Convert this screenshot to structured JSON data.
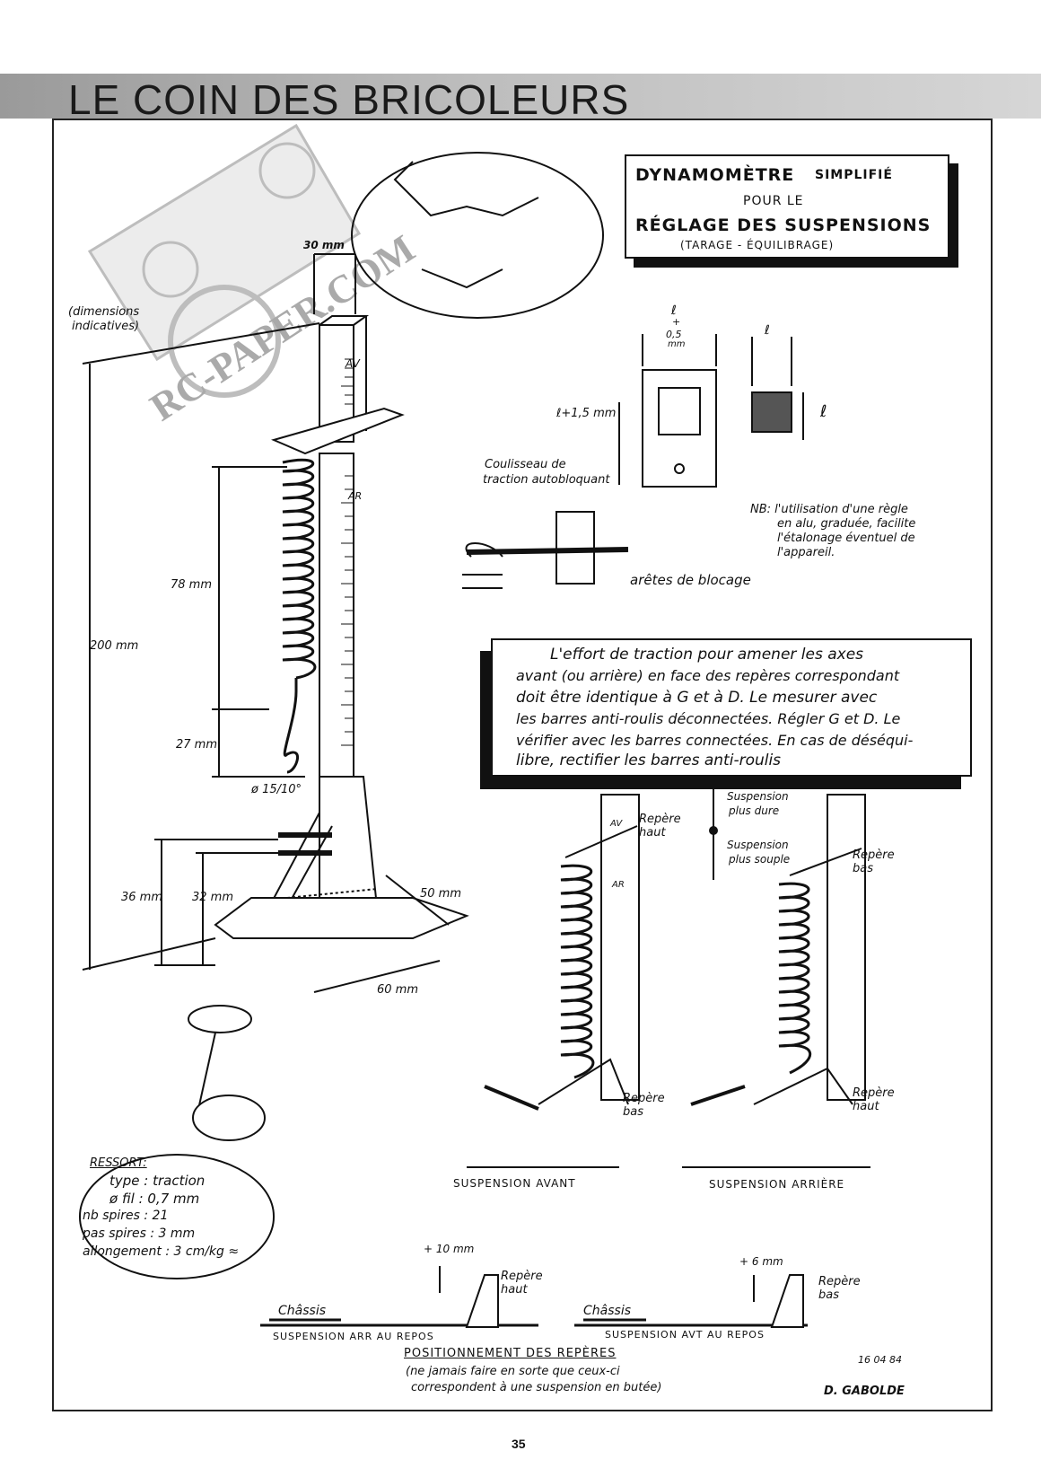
{
  "header": {
    "title": "LE COIN DES BRICOLEURS"
  },
  "watermark": {
    "text": "RC-PAPER.COM"
  },
  "title_box": {
    "line1a": "DYNAMOMÈTRE",
    "line1b": "SIMPLIFIÉ",
    "line2": "POUR LE",
    "line3": "RÉGLAGE DES SUSPENSIONS",
    "line4": "(TARAGE - ÉQUILIBRAGE)"
  },
  "dims": {
    "note1": "(dimensions",
    "note2": "indicatives)",
    "w30": "30 mm",
    "h200": "200 mm",
    "h78": "78 mm",
    "h27": "27 mm",
    "diam": "ø 15/10°",
    "h36": "36 mm",
    "h32": "32 mm",
    "w50": "50 mm",
    "w60": "60 mm",
    "av": "AV",
    "ar": "AR"
  },
  "slider": {
    "l_top": "ℓ",
    "plus": "+",
    "half": "0,5",
    "mm": "mm",
    "l15": "ℓ+1,5 mm",
    "l_side": "ℓ",
    "l_right": "ℓ",
    "label1": "Coulisseau de",
    "label2": "traction autobloquant",
    "aretes": "arêtes de blocage"
  },
  "nb": {
    "line1": "NB: l'utilisation d'une règle",
    "line2": "en alu, graduée, facilite",
    "line3": "l'étalonage éventuel de",
    "line4": "l'appareil."
  },
  "note": {
    "line1": "L'effort de traction   pour amener  les axes",
    "line2": "avant (ou arrière) en face  des repères correspondant",
    "line3": "doit être identique  à G et à D.  Le mesurer avec",
    "line4": "les barres anti-roulis déconnectées. Régler G et D. Le",
    "line5": "vérifier avec les barres connectées.  En cas de déséqui-",
    "line6": "libre, rectifier les barres anti-roulis"
  },
  "suspension": {
    "dure1": "Suspension",
    "dure2": "plus dure",
    "souple1": "Suspension",
    "souple2": "plus souple",
    "rep_haut": "Repère haut",
    "rep_bas": "Repère bas",
    "rep_bas2": "Repère bas",
    "rep_haut2": "Repère haut",
    "av_label": "SUSPENSION  AVANT",
    "arr_label": "SUSPENSION  ARRIÈRE",
    "av": "AV",
    "ar": "AR"
  },
  "ressort": {
    "title": "RESSORT:",
    "type": "type : traction",
    "fil": "ø fil : 0,7 mm",
    "spires": "nb spires : 21",
    "pas": "pas spires : 3 mm",
    "allong": "allongement : 3 cm/kg ≈"
  },
  "positions": {
    "plus10": "+ 10 mm",
    "plus6": "+ 6 mm",
    "rep_haut": "Repère haut",
    "rep_bas": "Repère bas",
    "chassis1": "Châssis",
    "chassis2": "Châssis",
    "arr_repos": "SUSPENSION ARR AU REPOS",
    "avt_repos": "SUSPENSION AVT AU REPOS",
    "title": "POSITIONNEMENT DES REPÈRES",
    "sub1": "(ne jamais faire en sorte que ceux-ci",
    "sub2": "correspondent à une suspension en butée)"
  },
  "signature": {
    "date": "16 04 84",
    "name": "D. GABOLDE"
  },
  "page": {
    "number": "35"
  }
}
